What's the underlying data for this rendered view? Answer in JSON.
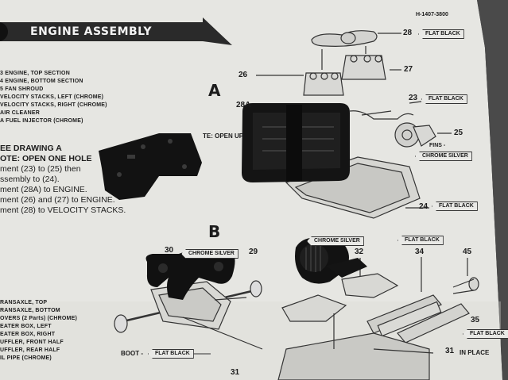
{
  "page_code": "H-1407-3800",
  "banner_title": "ENGINE ASSEMBLY",
  "parts_list_a": [
    "3   ENGINE, TOP SECTION",
    "4   ENGINE, BOTTOM SECTION",
    "5   FAN SHROUD",
    "    VELOCITY STACKS, LEFT (CHROME)",
    "    VELOCITY STACKS, RIGHT (CHROME)",
    "    AIR CLEANER",
    "A  FUEL INJECTOR (CHROME)"
  ],
  "section_a": {
    "letter": "A",
    "see_drawing": "EE DRAWING A",
    "note": "OTE: OPEN ONE HOLE",
    "steps": [
      "ment (23) to (25) then",
      "ssembly to (24).",
      "ment (28A) to ENGINE.",
      "ment (26) and (27) to ENGINE.",
      "ment (28) to VELOCITY STACKS."
    ],
    "open_up_label": "TE: OPEN UP"
  },
  "section_b": {
    "letter": "B",
    "parts_list": [
      "RANSAXLE, TOP",
      "RANSAXLE, BOTTOM",
      "OVERS (2 Parts) (CHROME)",
      "EATER BOX, LEFT",
      "EATER BOX, RIGHT",
      "UFFLER, FRONT HALF",
      "UFFLER, REAR HALF",
      "IL PIPE (CHROME)"
    ]
  },
  "callouts": {
    "n28": "28",
    "n27": "27",
    "n26": "26",
    "n28a": "28A",
    "n23": "23",
    "n25": "25",
    "n24": "24",
    "n30": "30",
    "n29": "29",
    "n32": "32",
    "n34": "34",
    "n45": "45",
    "n35": "35",
    "n31": "31",
    "n31b": "31"
  },
  "tags": {
    "flat_black_28": "FLAT BLACK",
    "flat_black_23": "FLAT BLACK",
    "fins": "FINS -",
    "chrome_silver_25": "CHROME SILVER",
    "flat_black_24": "FLAT BLACK",
    "chrome_silver_30": "CHROME SILVER",
    "chrome_silver_32": "CHROME SILVER",
    "flat_black_34": "FLAT BLACK",
    "flat_black_35": "FLAT BLACK",
    "boot": "BOOT -",
    "flat_black_boot": "FLAT BLACK",
    "in_place": "IN PLACE"
  },
  "colors": {
    "paper": "#e6e6e2",
    "ink": "#1c1c1c",
    "banner": "#2a2a2a",
    "plastic_part": "#111111",
    "background": "#3a3a3a"
  }
}
